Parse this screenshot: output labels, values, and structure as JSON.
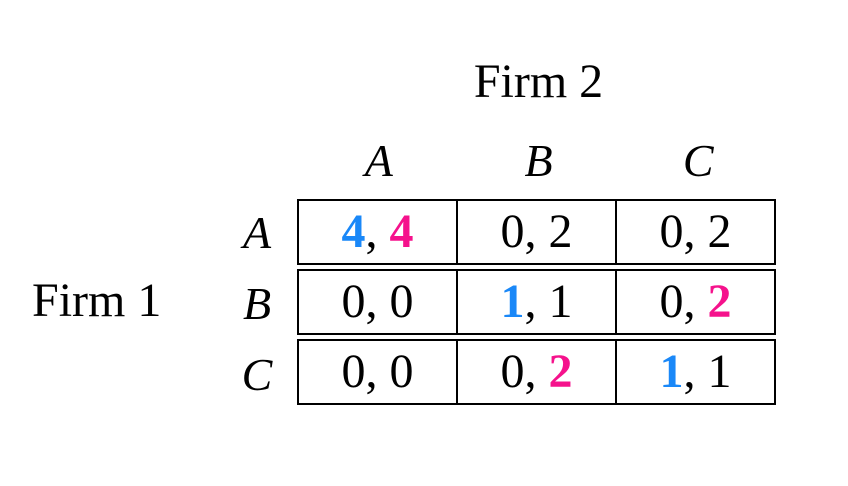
{
  "figure": {
    "title_col_player": "Firm 2",
    "title_row_player": "Firm 1",
    "col_strategies": [
      "A",
      "B",
      "C"
    ],
    "row_strategies": [
      "A",
      "B",
      "C"
    ],
    "separator": ", "
  },
  "colors": {
    "firm1_best_response_blue": "#1A88F8",
    "firm2_best_response_pink": "#F5128C",
    "default_text": "#000000",
    "background": "#FFFFFF",
    "grid_lines": "#000000"
  },
  "matrix": {
    "payoffs": [
      [
        {
          "p1": "4",
          "p1_color": "#1A88F8",
          "p1_weight": "bold",
          "p2": "4",
          "p2_color": "#F5128C",
          "p2_weight": "bold"
        },
        {
          "p1": "0",
          "p1_color": "#000000",
          "p1_weight": "normal",
          "p2": "2",
          "p2_color": "#000000",
          "p2_weight": "normal"
        },
        {
          "p1": "0",
          "p1_color": "#000000",
          "p1_weight": "normal",
          "p2": "2",
          "p2_color": "#000000",
          "p2_weight": "normal"
        }
      ],
      [
        {
          "p1": "0",
          "p1_color": "#000000",
          "p1_weight": "normal",
          "p2": "0",
          "p2_color": "#000000",
          "p2_weight": "normal"
        },
        {
          "p1": "1",
          "p1_color": "#1A88F8",
          "p1_weight": "bold",
          "p2": "1",
          "p2_color": "#000000",
          "p2_weight": "normal"
        },
        {
          "p1": "0",
          "p1_color": "#000000",
          "p1_weight": "normal",
          "p2": "2",
          "p2_color": "#F5128C",
          "p2_weight": "bold"
        }
      ],
      [
        {
          "p1": "0",
          "p1_color": "#000000",
          "p1_weight": "normal",
          "p2": "0",
          "p2_color": "#000000",
          "p2_weight": "normal"
        },
        {
          "p1": "0",
          "p1_color": "#000000",
          "p1_weight": "normal",
          "p2": "2",
          "p2_color": "#F5128C",
          "p2_weight": "bold"
        },
        {
          "p1": "1",
          "p1_color": "#1A88F8",
          "p1_weight": "bold",
          "p2": "1",
          "p2_color": "#000000",
          "p2_weight": "normal"
        }
      ]
    ]
  },
  "chart_data": {
    "type": "table",
    "title": "Firm 2",
    "row_player": "Firm 1",
    "col_player": "Firm 2",
    "row_strategies": [
      "A",
      "B",
      "C"
    ],
    "col_strategies": [
      "A",
      "B",
      "C"
    ],
    "payoffs_firm1": [
      [
        4,
        0,
        0
      ],
      [
        0,
        1,
        0
      ],
      [
        0,
        0,
        1
      ]
    ],
    "payoffs_firm2": [
      [
        4,
        2,
        2
      ],
      [
        0,
        1,
        2
      ],
      [
        0,
        2,
        1
      ]
    ],
    "blue_highlighted_payoffs": [
      {
        "row": "A",
        "col": "A",
        "player": 1,
        "value": 4
      },
      {
        "row": "B",
        "col": "B",
        "player": 1,
        "value": 1
      },
      {
        "row": "C",
        "col": "C",
        "player": 1,
        "value": 1
      }
    ],
    "pink_highlighted_payoffs": [
      {
        "row": "A",
        "col": "A",
        "player": 2,
        "value": 4
      },
      {
        "row": "B",
        "col": "C",
        "player": 2,
        "value": 2
      },
      {
        "row": "C",
        "col": "B",
        "player": 2,
        "value": 2
      }
    ],
    "layout": "3x3 payoff matrix, row player label left, column player label top, cell borders on"
  }
}
